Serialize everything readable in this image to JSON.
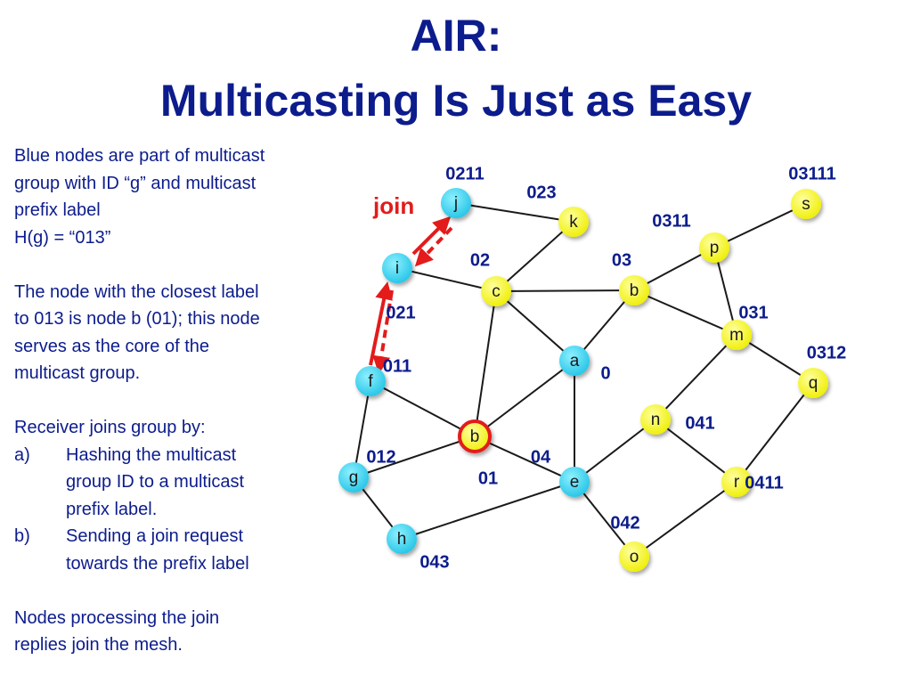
{
  "title_line1": "AIR:",
  "title_line2": "Multicasting Is Just as Easy",
  "text": {
    "p1_l1": "Blue nodes are part of multicast",
    "p1_l2": "group with ID “g” and multicast",
    "p1_l3": "prefix label",
    "p1_l4": "H(g) = “013”",
    "p2_l1": "The node with the closest label",
    "p2_l2": "to 013 is node b (01); this node",
    "p2_l3": "serves as the core of the",
    "p2_l4": "multicast group.",
    "p3_l1": "Receiver joins group by:",
    "a_marker": "a)",
    "a_l1": "Hashing the multicast",
    "a_l2": "group ID to a multicast",
    "a_l3": "prefix label.",
    "b_marker": "b)",
    "b_l1": "Sending a join request",
    "b_l2": "towards the prefix label",
    "p4_l1": "Nodes processing the join",
    "p4_l2": "replies join the mesh."
  },
  "join_label": "join",
  "colors": {
    "blue_node": "#33ccee",
    "yellow_node": "#f5f50f",
    "core_ring": "#e31b1b",
    "label": "#0c1c8c"
  },
  "nodes": [
    {
      "id": "j",
      "name": "j",
      "label": "0211",
      "color": "blue"
    },
    {
      "id": "k",
      "name": "k",
      "label": "023",
      "color": "yellow"
    },
    {
      "id": "s",
      "name": "s",
      "label": "03111",
      "color": "yellow"
    },
    {
      "id": "p",
      "name": "p",
      "label": "0311",
      "color": "yellow"
    },
    {
      "id": "i",
      "name": "i",
      "label": "021",
      "color": "blue"
    },
    {
      "id": "c",
      "name": "c",
      "label": "02",
      "color": "yellow"
    },
    {
      "id": "bb",
      "name": "b",
      "label": "03",
      "color": "yellow"
    },
    {
      "id": "m",
      "name": "m",
      "label": "031",
      "color": "yellow"
    },
    {
      "id": "a",
      "name": "a",
      "label": "0",
      "color": "blue"
    },
    {
      "id": "q",
      "name": "q",
      "label": "0312",
      "color": "yellow"
    },
    {
      "id": "f",
      "name": "f",
      "label": "011",
      "color": "blue"
    },
    {
      "id": "n",
      "name": "n",
      "label": "041",
      "color": "yellow"
    },
    {
      "id": "core",
      "name": "b",
      "label": "01",
      "color": "yellow",
      "core": true
    },
    {
      "id": "g",
      "name": "g",
      "label": "012",
      "color": "blue"
    },
    {
      "id": "e",
      "name": "e",
      "label": "04",
      "color": "blue"
    },
    {
      "id": "r",
      "name": "r",
      "label": "0411",
      "color": "yellow"
    },
    {
      "id": "h",
      "name": "h",
      "label": "043",
      "color": "blue"
    },
    {
      "id": "o",
      "name": "o",
      "label": "042",
      "color": "yellow"
    }
  ],
  "edges": [
    [
      "j",
      "k"
    ],
    [
      "k",
      "c"
    ],
    [
      "i",
      "c"
    ],
    [
      "c",
      "bb"
    ],
    [
      "c",
      "a"
    ],
    [
      "c",
      "core"
    ],
    [
      "bb",
      "a"
    ],
    [
      "bb",
      "m"
    ],
    [
      "bb",
      "p"
    ],
    [
      "p",
      "s"
    ],
    [
      "p",
      "m"
    ],
    [
      "m",
      "q"
    ],
    [
      "m",
      "n"
    ],
    [
      "a",
      "core"
    ],
    [
      "a",
      "e"
    ],
    [
      "f",
      "core"
    ],
    [
      "f",
      "g"
    ],
    [
      "g",
      "core"
    ],
    [
      "g",
      "h"
    ],
    [
      "h",
      "e"
    ],
    [
      "core",
      "e"
    ],
    [
      "e",
      "n"
    ],
    [
      "e",
      "o"
    ],
    [
      "n",
      "r"
    ],
    [
      "r",
      "o"
    ],
    [
      "r",
      "q"
    ]
  ]
}
